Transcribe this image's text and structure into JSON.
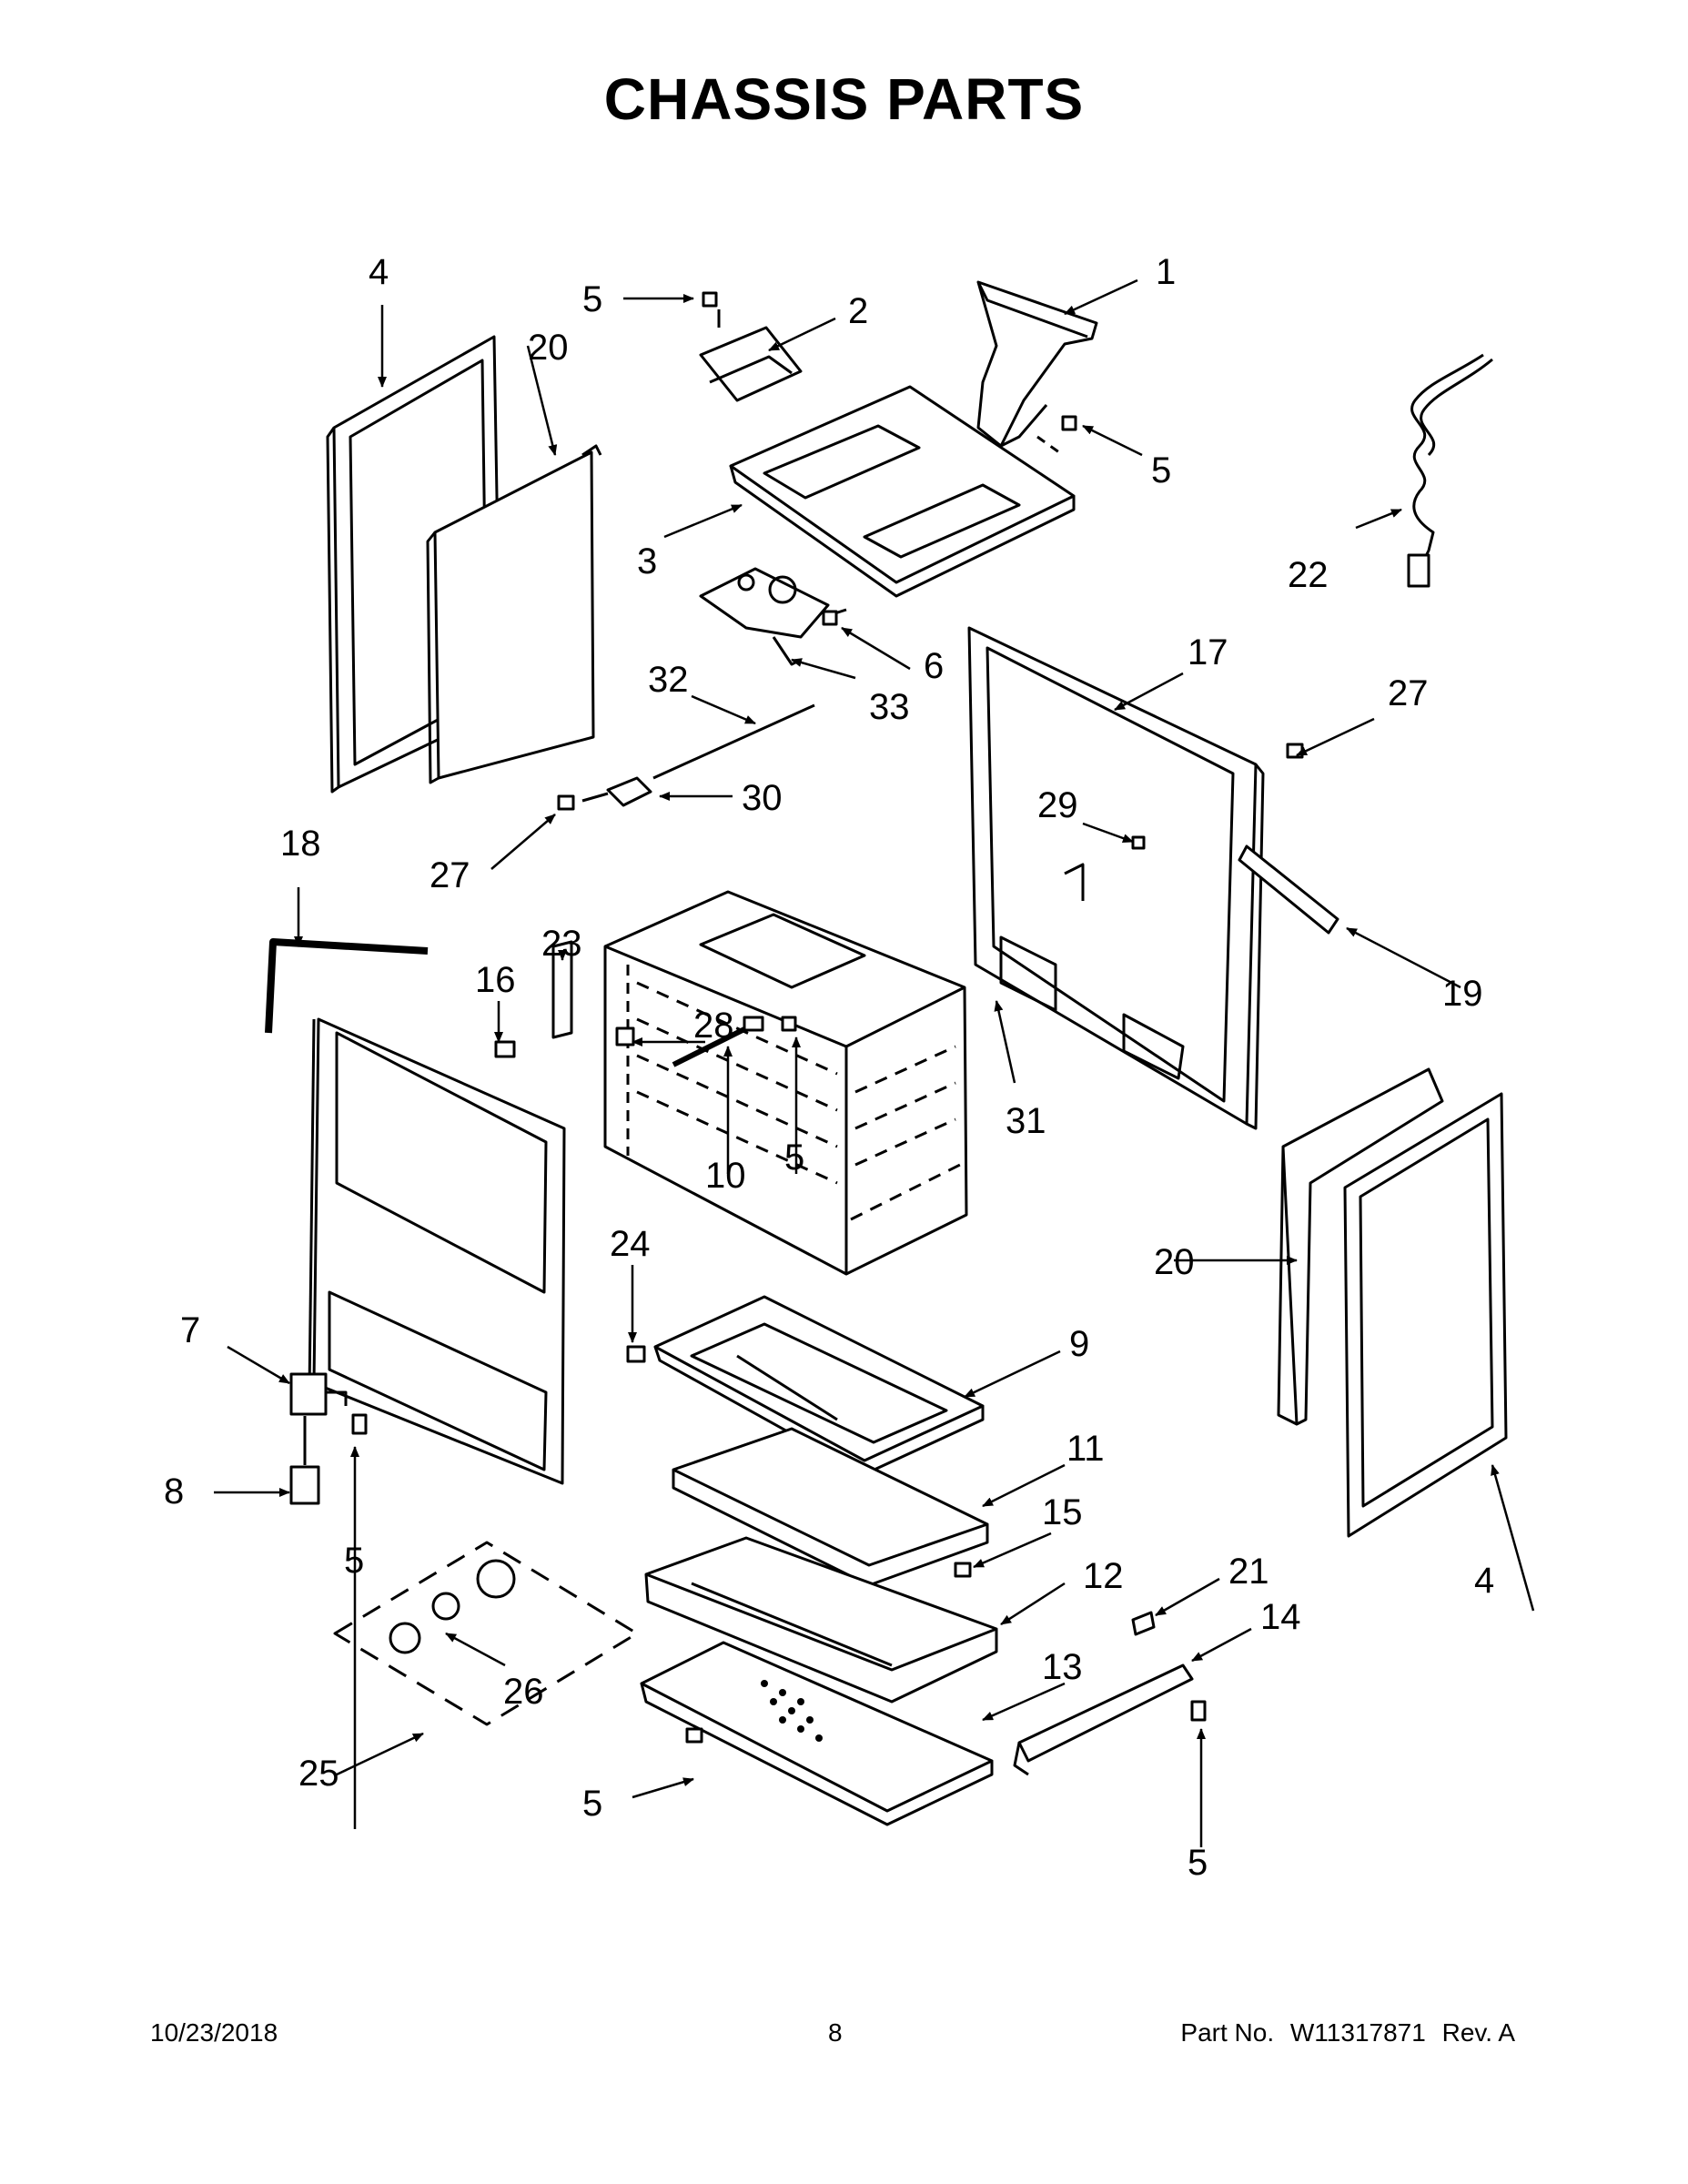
{
  "title": "CHASSIS PARTS",
  "callouts": [
    {
      "id": "c-1",
      "label": "1"
    },
    {
      "id": "c-2",
      "label": "2"
    },
    {
      "id": "c-3",
      "label": "3"
    },
    {
      "id": "c-4a",
      "label": "4"
    },
    {
      "id": "c-4b",
      "label": "4"
    },
    {
      "id": "c-5a",
      "label": "5"
    },
    {
      "id": "c-5b",
      "label": "5"
    },
    {
      "id": "c-5c",
      "label": "5"
    },
    {
      "id": "c-5d",
      "label": "5"
    },
    {
      "id": "c-5e",
      "label": "5"
    },
    {
      "id": "c-5f",
      "label": "5"
    },
    {
      "id": "c-6",
      "label": "6"
    },
    {
      "id": "c-7",
      "label": "7"
    },
    {
      "id": "c-8",
      "label": "8"
    },
    {
      "id": "c-9",
      "label": "9"
    },
    {
      "id": "c-10",
      "label": "10"
    },
    {
      "id": "c-11",
      "label": "11"
    },
    {
      "id": "c-12",
      "label": "12"
    },
    {
      "id": "c-13",
      "label": "13"
    },
    {
      "id": "c-14",
      "label": "14"
    },
    {
      "id": "c-15",
      "label": "15"
    },
    {
      "id": "c-16",
      "label": "16"
    },
    {
      "id": "c-17",
      "label": "17"
    },
    {
      "id": "c-18",
      "label": "18"
    },
    {
      "id": "c-19",
      "label": "19"
    },
    {
      "id": "c-20a",
      "label": "20"
    },
    {
      "id": "c-20b",
      "label": "20"
    },
    {
      "id": "c-21",
      "label": "21"
    },
    {
      "id": "c-22",
      "label": "22"
    },
    {
      "id": "c-23",
      "label": "23"
    },
    {
      "id": "c-24",
      "label": "24"
    },
    {
      "id": "c-25",
      "label": "25"
    },
    {
      "id": "c-26",
      "label": "26"
    },
    {
      "id": "c-27a",
      "label": "27"
    },
    {
      "id": "c-27b",
      "label": "27"
    },
    {
      "id": "c-28",
      "label": "28"
    },
    {
      "id": "c-29",
      "label": "29"
    },
    {
      "id": "c-30",
      "label": "30"
    },
    {
      "id": "c-31",
      "label": "31"
    },
    {
      "id": "c-32",
      "label": "32"
    },
    {
      "id": "c-33",
      "label": "33"
    }
  ],
  "footer": {
    "date": "10/23/2018",
    "page": "8",
    "part_label": "Part No.",
    "part_number": "W11317871",
    "revision": "Rev. A"
  }
}
